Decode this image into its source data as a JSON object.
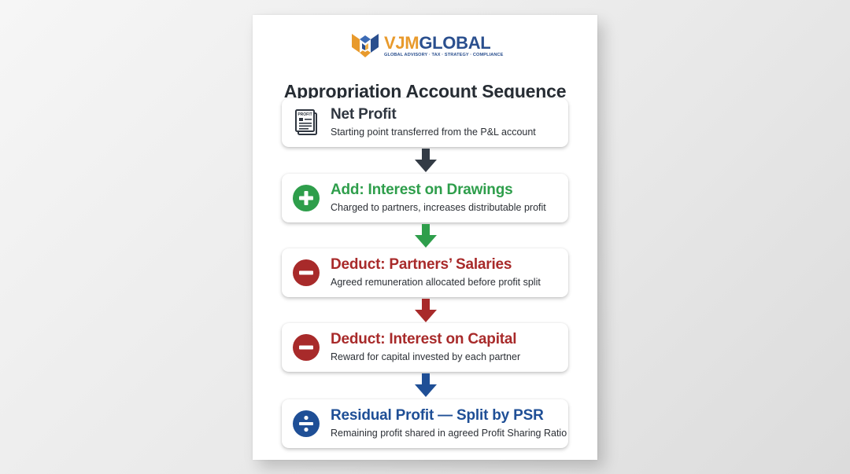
{
  "brand": {
    "name_part1": "VJM",
    "name_part2": "GLOBAL",
    "tagline": "GLOBAL ADVISORY · TAX · STRATEGY · COMPLIANCE",
    "colors": {
      "orange": "#e89a2c",
      "blue": "#2a4f8e"
    }
  },
  "title": "Appropriation Account Sequence",
  "steps": [
    {
      "icon": "document-icon",
      "icon_label": "PROFIT",
      "heading": "Net Profit",
      "subtitle": "Starting point transferred from the P&L account",
      "color": "#2f3640"
    },
    {
      "icon": "plus-icon",
      "heading": "Add: Interest on Drawings",
      "subtitle": "Charged to partners, increases distributable profit",
      "color": "#2e9e4b"
    },
    {
      "icon": "minus-icon",
      "heading": "Deduct: Partners’ Salaries",
      "subtitle": "Agreed remuneration allocated before profit split",
      "color": "#a82a2a"
    },
    {
      "icon": "minus-icon",
      "heading": "Deduct: Interest on Capital",
      "subtitle": "Reward for capital invested by each partner",
      "color": "#a82a2a"
    },
    {
      "icon": "divide-icon",
      "heading": "Residual Profit — Split by PSR",
      "subtitle": "Remaining profit shared in agreed Profit Sharing Ratio",
      "color": "#1f4f96"
    }
  ],
  "arrows": [
    {
      "color": "#333b45"
    },
    {
      "color": "#2e9e4b"
    },
    {
      "color": "#a82a2a"
    },
    {
      "color": "#1f4f96"
    }
  ]
}
